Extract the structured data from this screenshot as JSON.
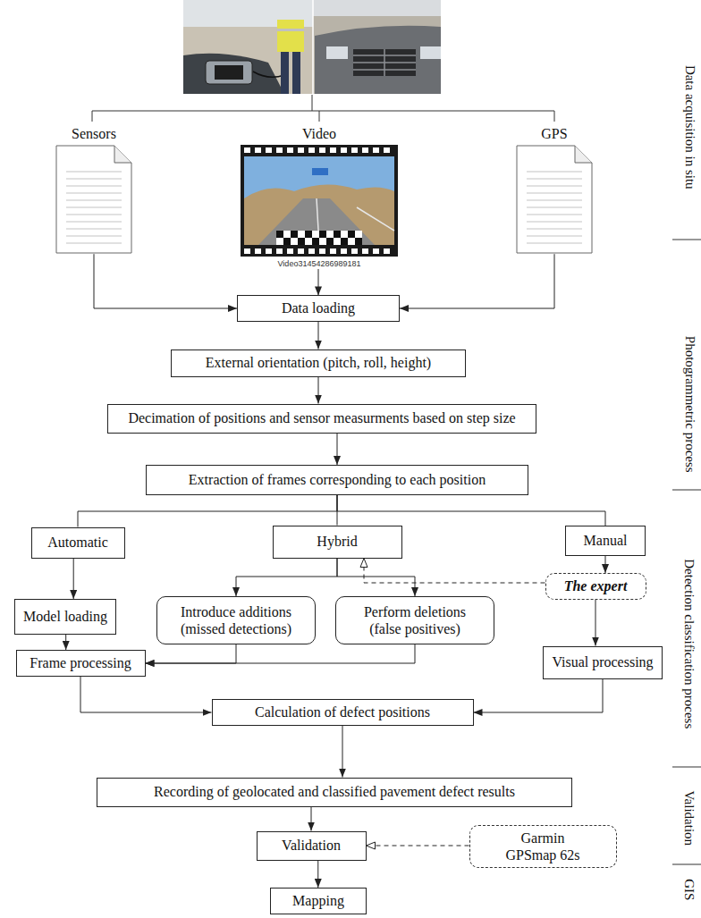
{
  "diagram": {
    "nodes": [
      {
        "text": [
          "Sensors"
        ]
      },
      {
        "text": [
          "Video",
          "Video31454286989181"
        ]
      },
      {
        "text": [
          "GPS"
        ]
      },
      {
        "text": [
          "Data loading"
        ]
      },
      {
        "text": [
          "External orientation (pitch, roll, height)"
        ]
      },
      {
        "text": [
          "Decimation of positions and sensor measurments based on step size"
        ]
      },
      {
        "text": [
          "Extraction of frames corresponding to each position"
        ]
      },
      {
        "text": [
          "Automatic"
        ]
      },
      {
        "text": [
          "Hybrid"
        ]
      },
      {
        "text": [
          "Manual"
        ]
      },
      {
        "text": [
          "The expert"
        ]
      },
      {
        "text": [
          "Model loading"
        ]
      },
      {
        "text": [
          "Introduce additions (missed detections)"
        ]
      },
      {
        "text": [
          "Perform deletions (false positives)"
        ]
      },
      {
        "text": [
          "Visual processing"
        ]
      },
      {
        "text": [
          "Frame processing"
        ]
      },
      {
        "text": [
          "Calculation of defect positions"
        ]
      },
      {
        "text": [
          "Recording of geolocated and classified pavement defect results"
        ]
      },
      {
        "text": [
          "Validation"
        ]
      },
      {
        "text": [
          "Garmin GPSmap 62s"
        ]
      },
      {
        "text": [
          "Mapping"
        ]
      }
    ],
    "edges": [
      {
        "from": 0,
        "to": 3,
        "arrow": "to"
      },
      {
        "from": 1,
        "to": 3,
        "arrow": "to"
      },
      {
        "from": 2,
        "to": 3,
        "arrow": "to"
      },
      {
        "from": 3,
        "to": 4,
        "arrow": "to"
      },
      {
        "from": 4,
        "to": 5,
        "arrow": "to"
      },
      {
        "from": 5,
        "to": 6,
        "arrow": "to"
      },
      {
        "from": 6,
        "to": 7,
        "arrow": "none"
      },
      {
        "from": 6,
        "to": 8,
        "arrow": "none"
      },
      {
        "from": 6,
        "to": 9,
        "arrow": "none"
      },
      {
        "from": 7,
        "to": 11,
        "arrow": "to"
      },
      {
        "from": 8,
        "to": 12,
        "arrow": "to"
      },
      {
        "from": 8,
        "to": 13,
        "arrow": "to"
      },
      {
        "from": 9,
        "to": 10,
        "arrow": "to"
      },
      {
        "from": 10,
        "to": 8,
        "arrow": "to"
      },
      {
        "from": 10,
        "to": 14,
        "arrow": "to"
      },
      {
        "from": 11,
        "to": 15,
        "arrow": "to"
      },
      {
        "from": 12,
        "to": 15,
        "arrow": "to"
      },
      {
        "from": 13,
        "to": 15,
        "arrow": "to"
      },
      {
        "from": 15,
        "to": 16,
        "arrow": "to"
      },
      {
        "from": 14,
        "to": 16,
        "arrow": "to"
      },
      {
        "from": 16,
        "to": 17,
        "arrow": "to"
      },
      {
        "from": 17,
        "to": 18,
        "arrow": "to"
      },
      {
        "from": 18,
        "to": 20,
        "arrow": "to"
      },
      {
        "from": 19,
        "to": 18,
        "arrow": "to"
      }
    ],
    "labels": [
      "Data acquisition in situ",
      "Photogrammetric process",
      "Detection classification process",
      "Validation",
      "GIS"
    ]
  }
}
